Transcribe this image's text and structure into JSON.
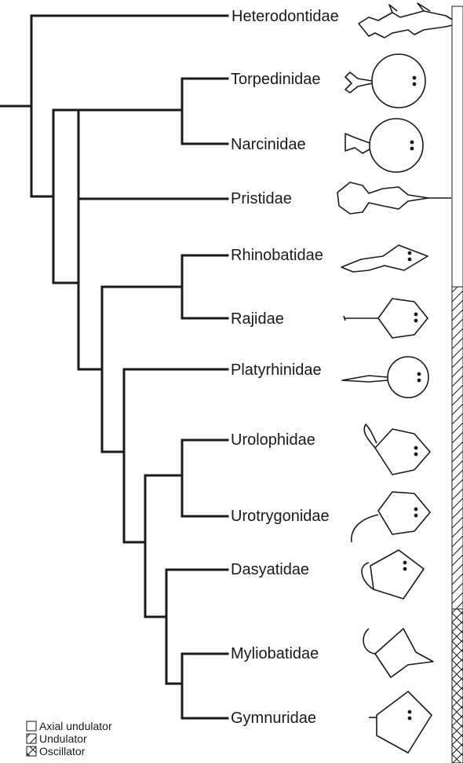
{
  "taxa": [
    "Heterodontidae",
    "Torpedinidae",
    "Narcinidae",
    "Pristidae",
    "Rhinobatidae",
    "Rajidae",
    "Platyrhinidae",
    "Urolophidae",
    "Urotrygonidae",
    "Dasyatidae",
    "Myliobatidae",
    "Gymnuridae"
  ],
  "legend": {
    "axial": "Axial undulator",
    "undulator": "Undulator",
    "oscillator": "Oscillator"
  },
  "locomotion_bar": [
    {
      "mode": "Axial undulator",
      "taxa": [
        "Heterodontidae",
        "Torpedinidae",
        "Narcinidae",
        "Pristidae",
        "Rhinobatidae"
      ]
    },
    {
      "mode": "Undulator",
      "taxa": [
        "Rajidae",
        "Platyrhinidae",
        "Urolophidae",
        "Urotrygonidae",
        "Dasyatidae"
      ]
    },
    {
      "mode": "Oscillator",
      "taxa": [
        "Myliobatidae",
        "Gymnuridae"
      ]
    }
  ],
  "colors": {
    "line": "#1a1a1a",
    "background": "#ffffff"
  }
}
